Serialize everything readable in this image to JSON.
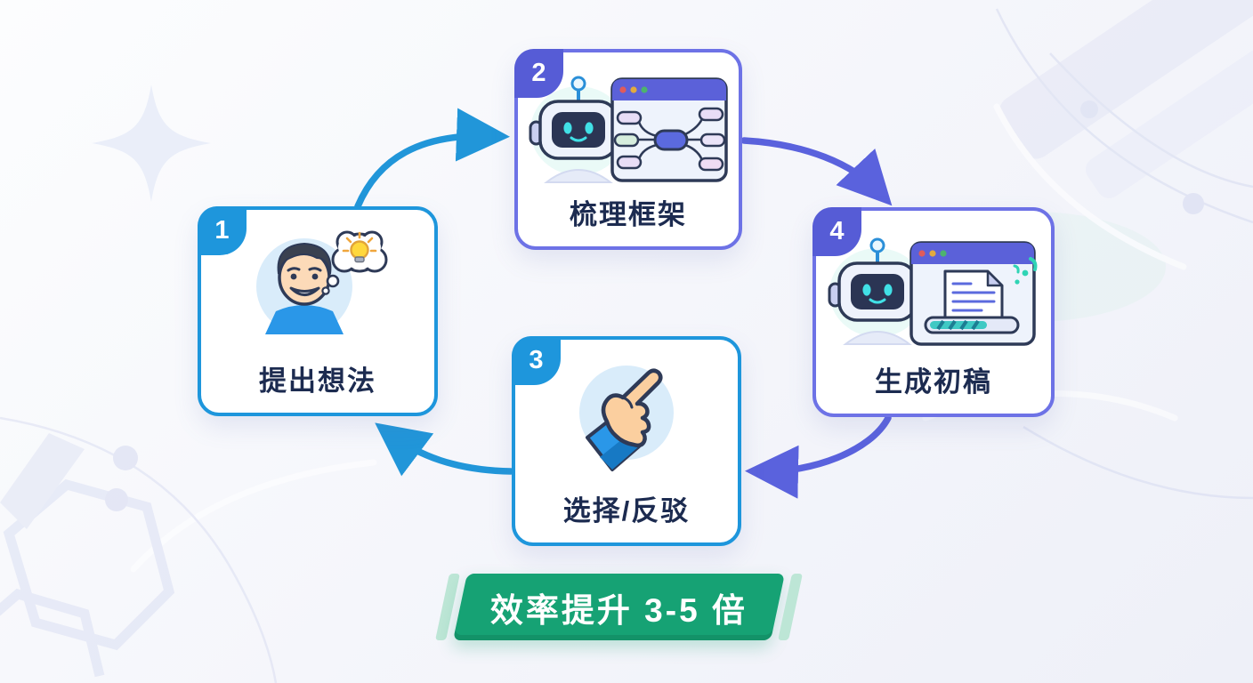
{
  "steps": [
    {
      "number": "1",
      "label": "提出想法",
      "icon": "person-with-lightbulb-idea",
      "accent": "#1e96dc"
    },
    {
      "number": "2",
      "label": "梳理框架",
      "icon": "robot-with-mindmap-window",
      "accent": "#565cd6"
    },
    {
      "number": "3",
      "label": "选择/反驳",
      "icon": "pointing-hand",
      "accent": "#1e96dc"
    },
    {
      "number": "4",
      "label": "生成初稿",
      "icon": "robot-with-draft-document",
      "accent": "#565cd6"
    }
  ],
  "flow_arrows": [
    {
      "from": "1",
      "to": "2",
      "color": "#2196d9"
    },
    {
      "from": "2",
      "to": "4",
      "color": "#5a62dd"
    },
    {
      "from": "4",
      "to": "3",
      "color": "#5a62dd"
    },
    {
      "from": "3",
      "to": "1",
      "color": "#2196d9"
    }
  ],
  "banner": {
    "text": "效率提升 3-5 倍",
    "background": "#16a274",
    "stripe_color": "#bde6d6",
    "text_color": "#ffffff"
  },
  "colors": {
    "blue_accent": "#1e96dc",
    "indigo_accent": "#565cd6",
    "label_text": "#1c2b50",
    "card_background": "#ffffff",
    "page_background": "#f5f6fb"
  }
}
